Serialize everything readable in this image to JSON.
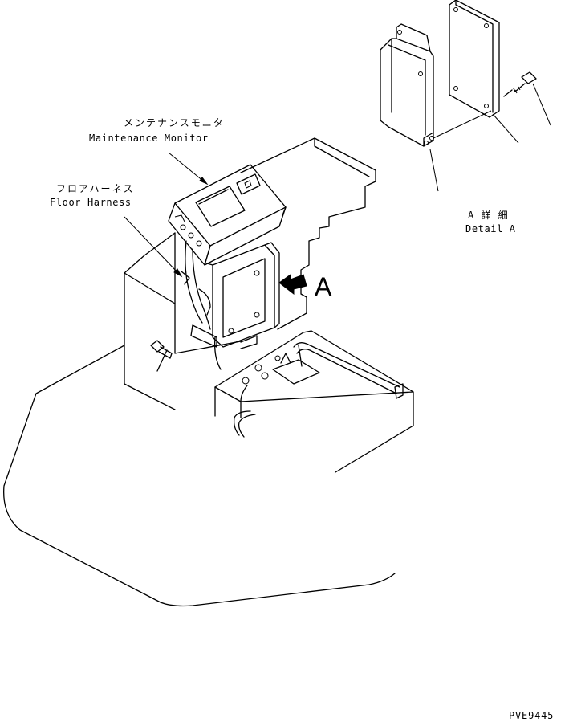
{
  "labels": {
    "maintenance_monitor_jp": "メンテナンスモニタ",
    "maintenance_monitor_en": "Maintenance Monitor",
    "floor_harness_jp": "フロアハーネス",
    "floor_harness_en": "Floor Harness",
    "view_marker": "A",
    "detail_jp": "A 詳 細",
    "detail_en": "Detail A",
    "drawing_number": "PVE9445"
  }
}
